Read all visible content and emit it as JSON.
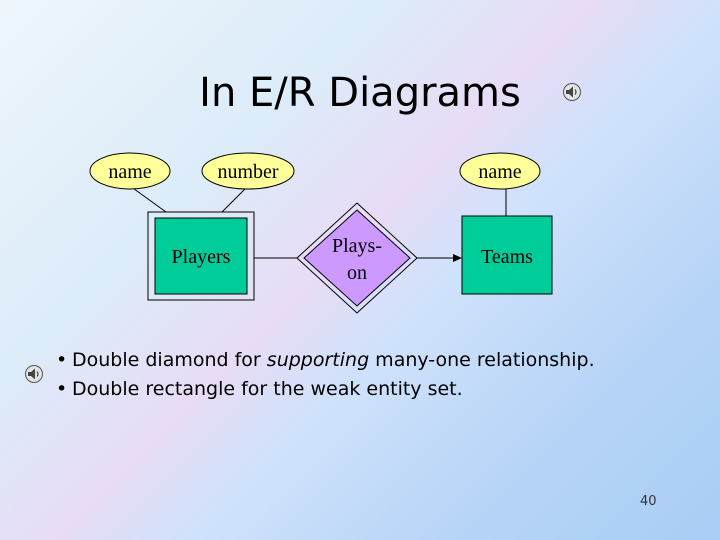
{
  "slide": {
    "title": "In E/R Diagrams",
    "page_number": "40"
  },
  "diagram": {
    "attributes": [
      {
        "label": "name"
      },
      {
        "label": "number"
      },
      {
        "label": "name"
      }
    ],
    "entities": [
      {
        "label": "Players",
        "weak": true
      },
      {
        "label": "Teams",
        "weak": false
      }
    ],
    "relationship": {
      "label_line1": "Plays-",
      "label_line2": "on",
      "supporting": true
    }
  },
  "bullets": [
    {
      "before": "Double diamond for ",
      "emphasis": "supporting",
      "after": " many-one relationship."
    },
    {
      "before": "Double rectangle for the weak entity set.",
      "emphasis": "",
      "after": ""
    }
  ],
  "icons": {
    "speaker": "speaker-icon"
  },
  "colors": {
    "attribute_fill": "#ffff99",
    "entity_fill": "#00cc99",
    "relationship_fill": "#cc99ff"
  }
}
